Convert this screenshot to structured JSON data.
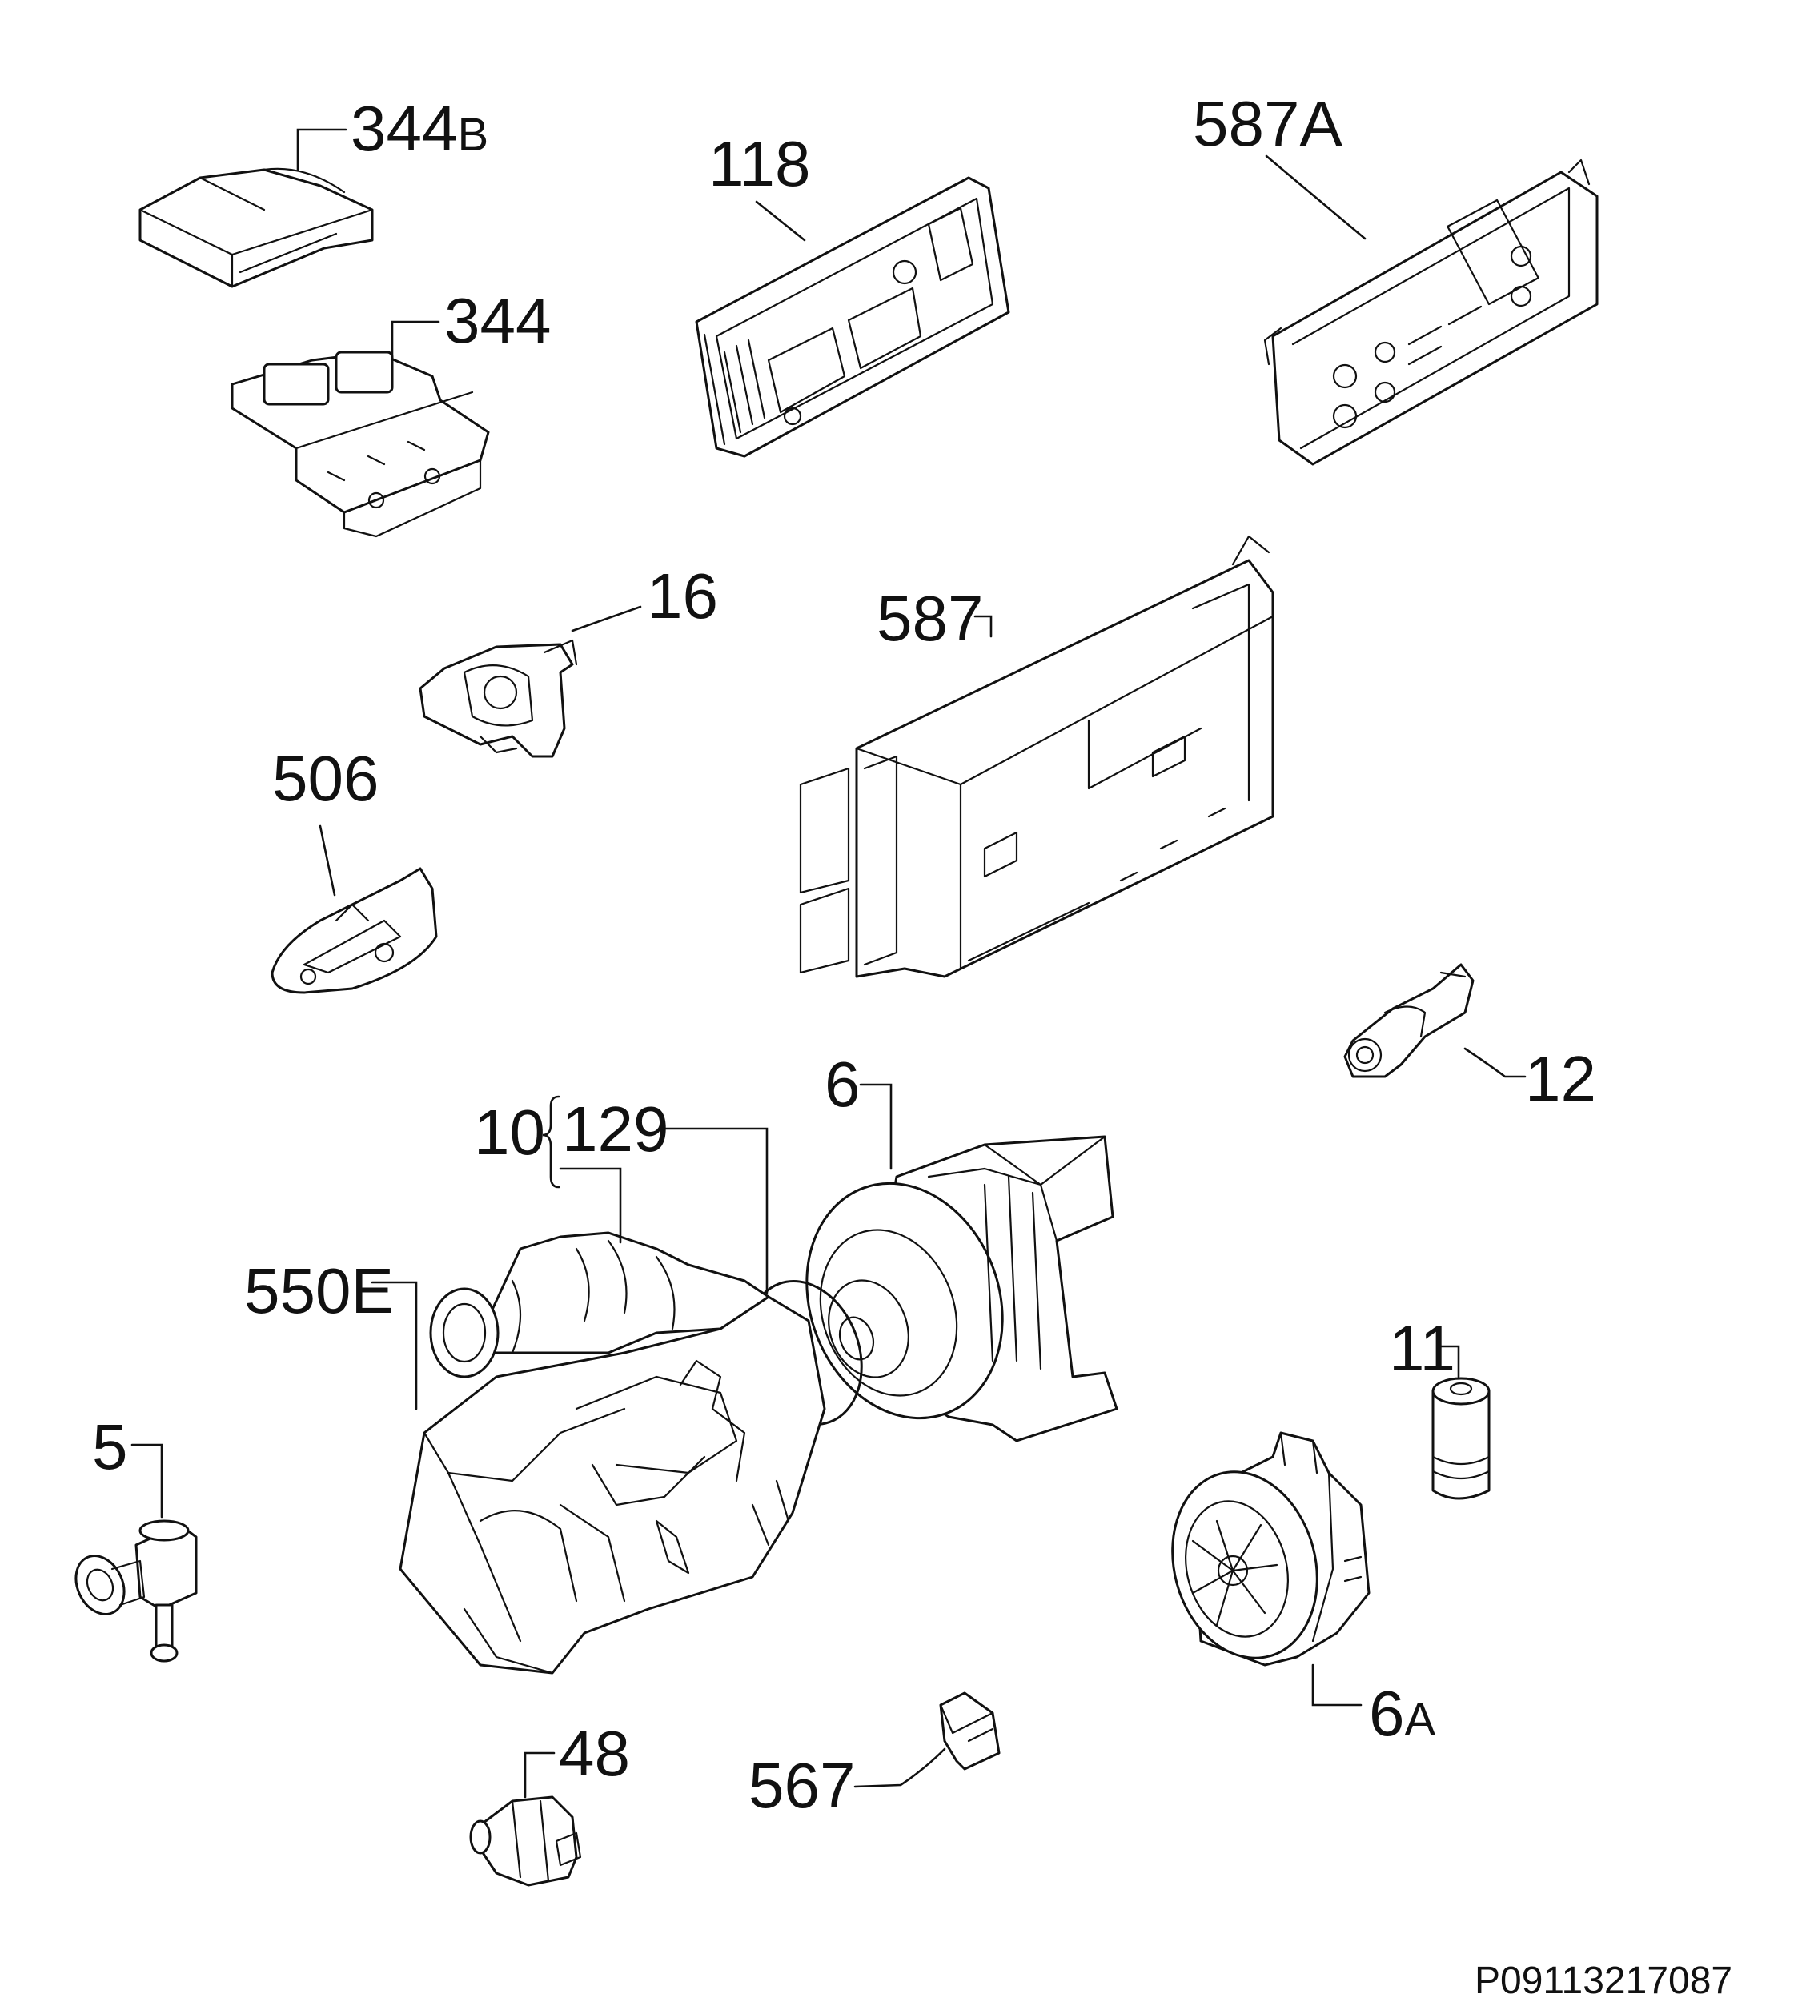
{
  "labels": {
    "p344b": "344",
    "p344b_suffix": "B",
    "p344": "344",
    "p118": "118",
    "p587a": "587A",
    "p16": "16",
    "p587": "587",
    "p506": "506",
    "p12": "12",
    "p6": "6",
    "p10": "10",
    "p129": "129",
    "p550e": "550E",
    "p11": "11",
    "p5": "5",
    "p6a": "6",
    "p6a_suffix": "A",
    "p48": "48",
    "p567": "567"
  },
  "document_id": "P09113217087",
  "colors": {
    "ink": "#111111",
    "paper": "#ffffff"
  }
}
